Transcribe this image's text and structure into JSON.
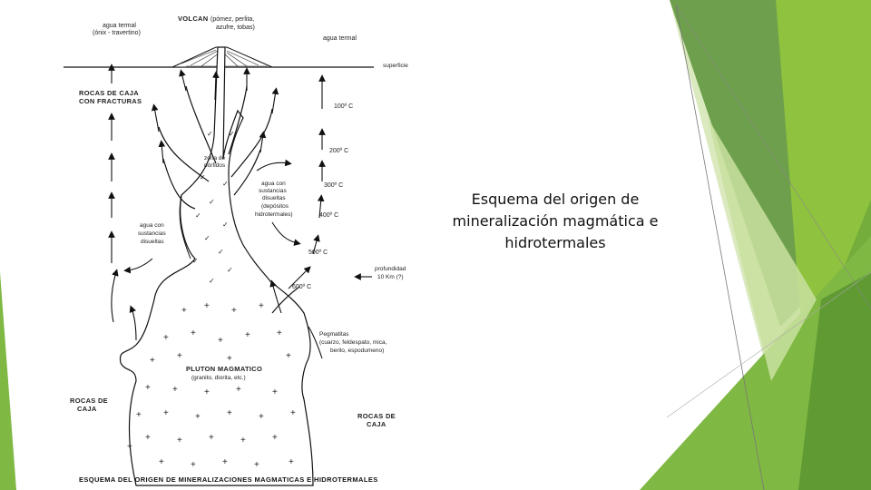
{
  "caption": {
    "line1": "Esquema del origen de",
    "line2": "mineralización magmática e",
    "line3": "hidrotermales"
  },
  "diagram": {
    "volcan": "VOLCAN",
    "volcan_detail1": "(pómez, perlita,",
    "volcan_detail2": "azufre, tobas)",
    "agua_termal_left1": "agua termal",
    "agua_termal_left2": "(ónix - travertino)",
    "agua_termal_right": "agua termal",
    "superficie": "superficie",
    "rocas_fracturas1": "ROCAS DE CAJA",
    "rocas_fracturas2": "CON FRACTURAS",
    "zona_porfidos1": "zona de",
    "zona_porfidos2": "pórfidos",
    "agua_sust_right1": "agua con",
    "agua_sust_right2": "sustancias",
    "agua_sust_right3": "disueltas",
    "agua_sust_right4": "(depósitos",
    "agua_sust_right5": "hidrotermales)",
    "agua_sust_left1": "agua con",
    "agua_sust_left2": "sustancias",
    "agua_sust_left3": "disueltas",
    "t100": "100º C",
    "t200": "200º C",
    "t300": "300º C",
    "t400": "400º C",
    "t500": "500º C",
    "t600": "600º C",
    "profundidad1": "profundidad",
    "profundidad2": "10 Km (?)",
    "pegmatitas1": "Pegmatitas",
    "pegmatitas2": "(cuarzo, feldespato, mica,",
    "pegmatitas3": "berilo, espodumeno)",
    "pluton1": "PLUTON MAGMATICO",
    "pluton2": "(granito, diorita, etc.)",
    "rocas_caja_left1": "ROCAS DE",
    "rocas_caja_left2": "CAJA",
    "rocas_caja_right1": "ROCAS DE",
    "rocas_caja_right2": "CAJA",
    "footer": "ESQUEMA DEL ORIGEN DE MINERALIZACIONES MAGMATICAS E HIDROTERMALES"
  },
  "colors": {
    "green_dark": "#4e8a2c",
    "green_mid": "#6aa43a",
    "green_light": "#94c947",
    "green_pale": "#cfe3a6"
  }
}
